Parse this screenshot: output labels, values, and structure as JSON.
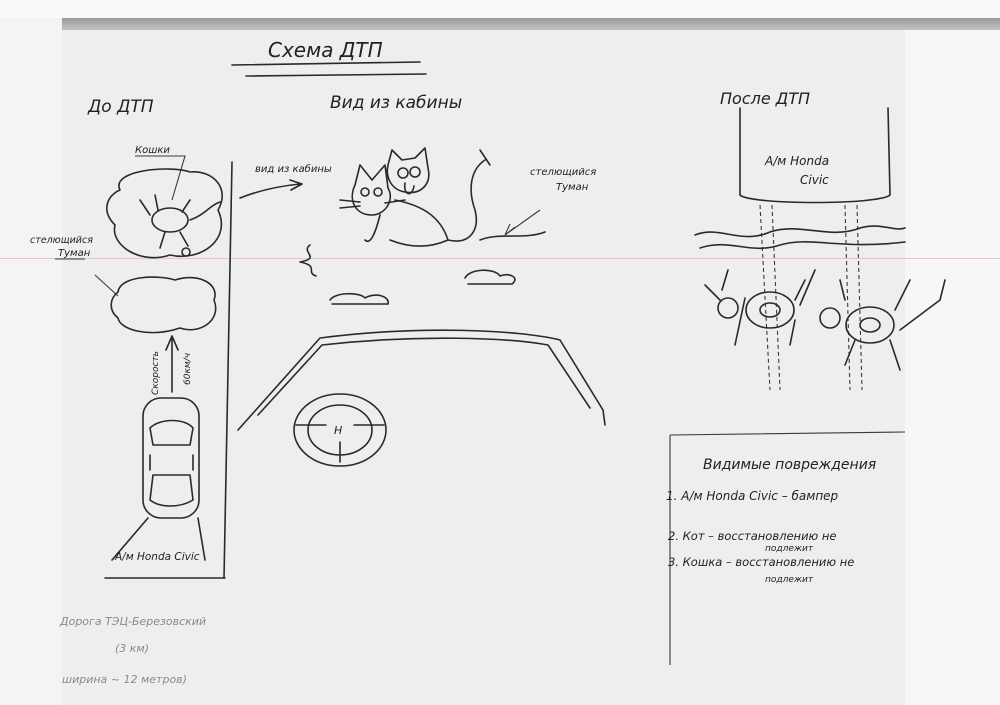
{
  "title": "Схема ДТП",
  "sections": {
    "before": "До ДТП",
    "cabin_view": "Вид из кабины",
    "after": "После ДТП"
  },
  "labels": {
    "cats": "Кошки",
    "fog_left_1": "стелющийся",
    "fog_left_2": "Туман",
    "fog_right_1": "стелющийся",
    "fog_right_2": "Туман",
    "view_from_cabin": "вид из кабины",
    "speed_1": "Скорость",
    "speed_2": "60км/ч",
    "car_before": "А/м Honda Civic",
    "car_after_1": "А/м Honda",
    "car_after_2": "Civic",
    "steering_logo": "H"
  },
  "damages": {
    "heading": "Видимые повреждения",
    "items": [
      {
        "text": "1. А/м Honda Civic – бампер"
      },
      {
        "text": "2. Кот – восстановлению не",
        "note": "подлежит"
      },
      {
        "text": "3. Кошка – восстановлению не",
        "note": "подлежит"
      }
    ]
  },
  "road_note": {
    "line1": "Дорога ТЭЦ-Березовский",
    "line2": "(3 км)",
    "line3": "ширина ~ 12 метров)"
  }
}
